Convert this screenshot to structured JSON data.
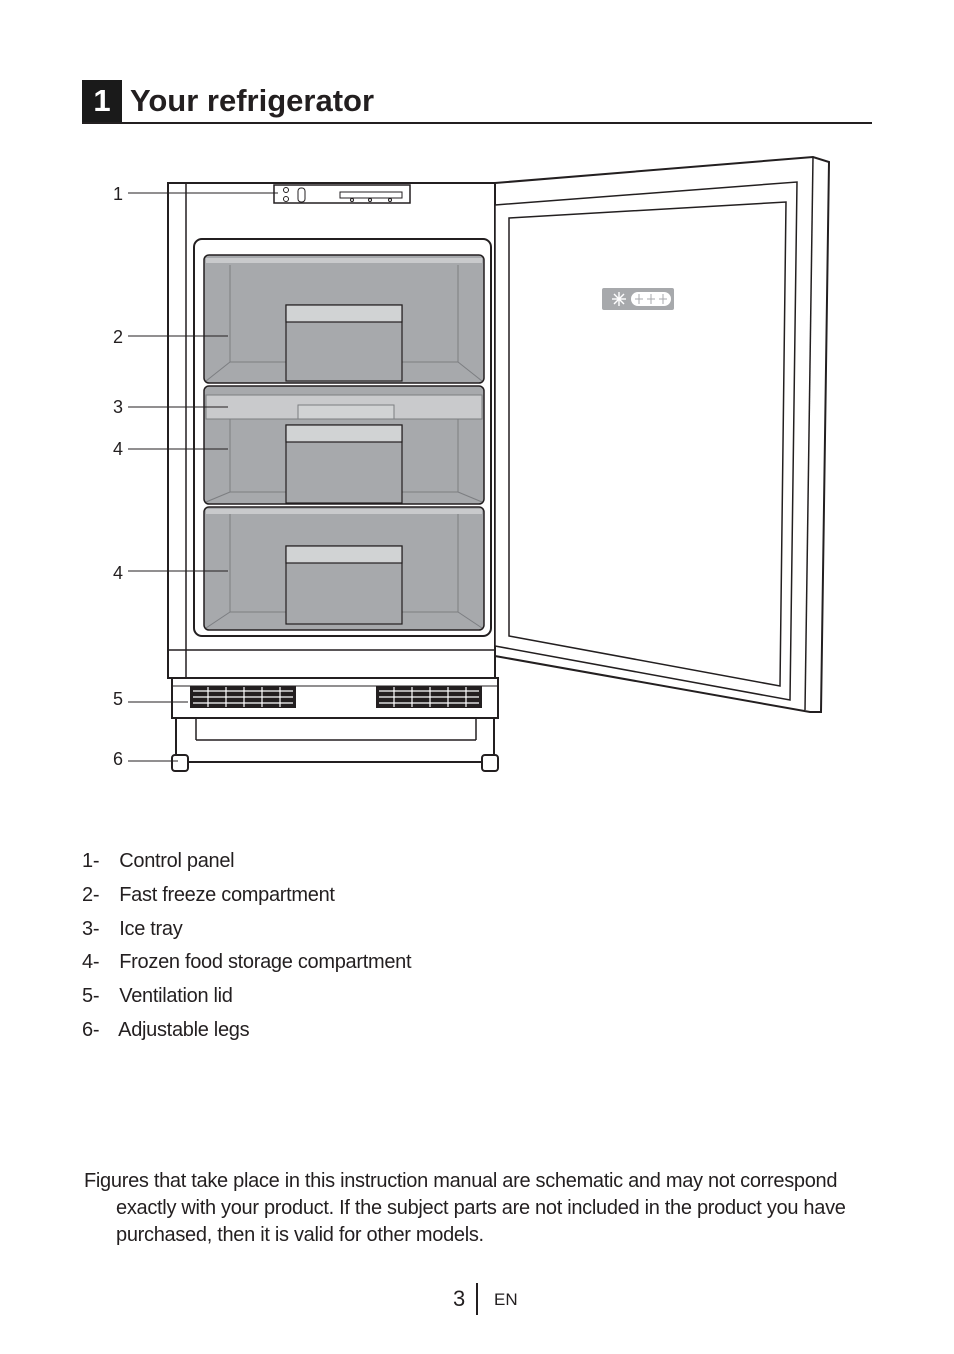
{
  "section": {
    "number": "1",
    "title": "Your refrigerator"
  },
  "figure": {
    "callouts": [
      "1",
      "2",
      "3",
      "4",
      "4",
      "5",
      "6"
    ]
  },
  "parts": [
    {
      "num": "1-",
      "label": "Control panel"
    },
    {
      "num": "2-",
      "label": "Fast freeze compartment"
    },
    {
      "num": "3-",
      "label": "Ice tray"
    },
    {
      "num": "4-",
      "label": "Frozen food storage compartment"
    },
    {
      "num": "5-",
      "label": "Ventilation lid"
    },
    {
      "num": "6-",
      "label": "Adjustable legs"
    }
  ],
  "note": "Figures that take place in this instruction manual are schematic and may not correspond exactly with your product. If the subject parts are not included in the product you have purchased, then it is valid for other models.",
  "footer": {
    "page": "3",
    "language": "EN"
  }
}
